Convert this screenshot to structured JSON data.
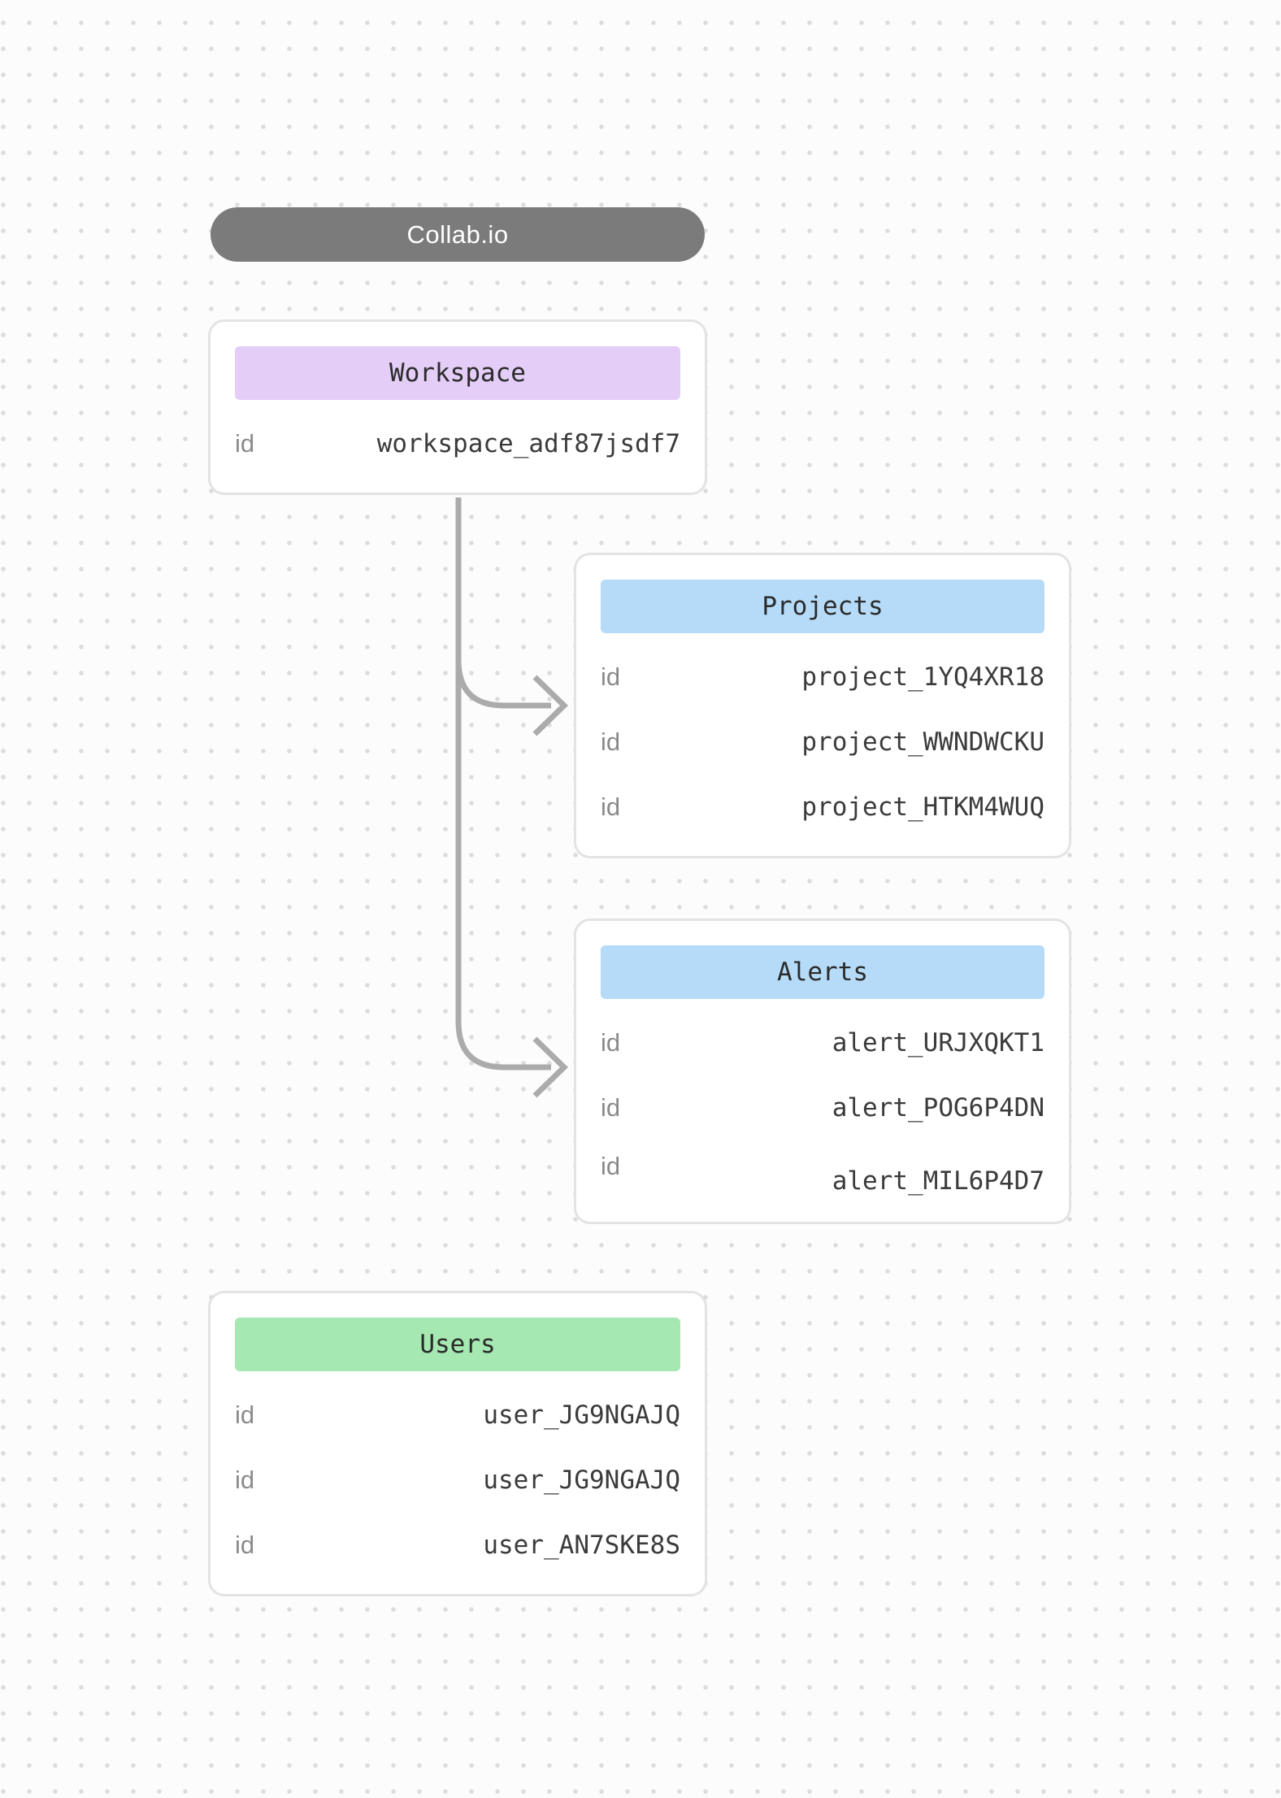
{
  "app_pill": {
    "label": "Collab.io",
    "bg": "#7b7b7b"
  },
  "colors": {
    "edge-color": "#ababab",
    "pill-bg": "#7b7b7b",
    "workspace-header-bg": "#e4cdf6",
    "projects-header-bg": "#b6dbf8",
    "alerts-header-bg": "#b6dbf8",
    "users-header-bg": "#a6e8b2"
  },
  "entities": {
    "workspace": {
      "title": "Workspace",
      "header_bg": "#e4cdf6",
      "rows": [
        {
          "label": "id",
          "value": "workspace_adf87jsdf7"
        }
      ]
    },
    "projects": {
      "title": "Projects",
      "header_bg": "#b6dbf8",
      "rows": [
        {
          "label": "id",
          "value": "project_1YQ4XR18"
        },
        {
          "label": "id",
          "value": "project_WWNDWCKU"
        },
        {
          "label": "id",
          "value": "project_HTKM4WUQ"
        }
      ]
    },
    "alerts": {
      "title": "Alerts",
      "header_bg": "#b6dbf8",
      "rows": [
        {
          "label": "id",
          "value": "alert_URJXQKT1"
        },
        {
          "label": "id",
          "value": "alert_POG6P4DN"
        },
        {
          "label": "id",
          "value": "alert_MIL6P4D7"
        }
      ]
    },
    "users": {
      "title": "Users",
      "header_bg": "#a6e8b2",
      "rows": [
        {
          "label": "id",
          "value": "user_JG9NGAJQ"
        },
        {
          "label": "id",
          "value": "user_JG9NGAJQ"
        },
        {
          "label": "id",
          "value": "user_AN7SKE8S"
        }
      ]
    }
  },
  "connections": [
    {
      "from": "Workspace",
      "to": "Projects"
    },
    {
      "from": "Workspace",
      "to": "Alerts"
    }
  ]
}
